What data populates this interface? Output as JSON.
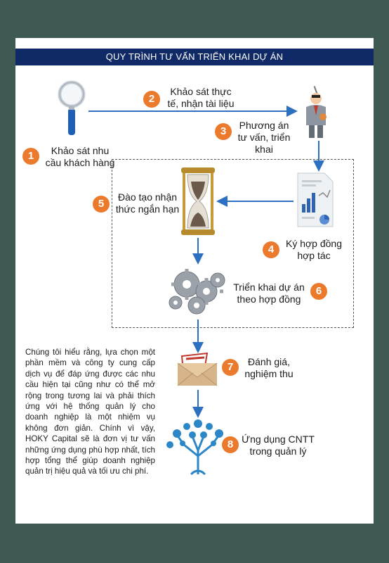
{
  "title": "QUY TRÌNH TƯ VẤN TRIỂN KHAI DỰ ÁN",
  "steps": [
    {
      "num": "1",
      "label": "Khảo sát nhu cầu khách hàng",
      "icon": "magnifier-icon"
    },
    {
      "num": "2",
      "label": "Khảo sát thực tế, nhận tài liệu",
      "icon": "arrow"
    },
    {
      "num": "3",
      "label": "Phương án tư vấn, triển khai",
      "icon": "consultant-icon"
    },
    {
      "num": "4",
      "label": "Ký hợp đồng hợp tác",
      "icon": "document-chart-icon"
    },
    {
      "num": "5",
      "label": "Đào tạo nhận thức ngắn hạn",
      "icon": "hourglass-icon"
    },
    {
      "num": "6",
      "label": "Triển khai dự án theo hợp đồng",
      "icon": "gears-icon"
    },
    {
      "num": "7",
      "label": "Đánh giá, nghiệm thu",
      "icon": "envelope-icon"
    },
    {
      "num": "8",
      "label": "Ứng dụng CNTT trong quản lý",
      "icon": "tech-tree-icon"
    }
  ],
  "paragraph": "Chúng tôi hiểu rằng, lựa chọn một phần mềm và công ty cung cấp dịch vụ để đáp ứng được các nhu cầu hiện tại cũng như có thể mở rộng trong tương lai và phải thích ứng với hệ thống quản lý cho doanh nghiệp là một nhiệm vụ không đơn giản. Chính vì vậy, HOKY Capital sẽ là đơn vị tư vấn những ứng dụng phù hợp nhất, tích hợp tổng thể giúp doanh nghiệp quản trị hiệu quả và tối ưu chi phí.",
  "colors": {
    "background": "#3e5a52",
    "banner": "#0f2a66",
    "badge": "#ec7a2c",
    "arrow": "#2d6fc0"
  }
}
